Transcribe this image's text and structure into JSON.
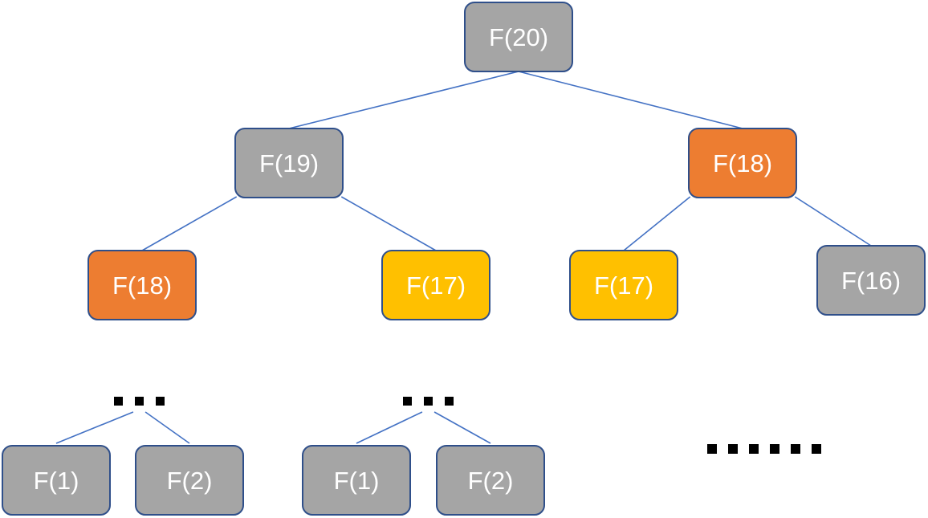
{
  "diagram": {
    "nodes": {
      "f20": {
        "label": "F(20)",
        "color": "#a5a5a5"
      },
      "f19": {
        "label": "F(19)",
        "color": "#a5a5a5"
      },
      "f18_right": {
        "label": "F(18)",
        "color": "#ed7d31"
      },
      "f18_left": {
        "label": "F(18)",
        "color": "#ed7d31"
      },
      "f17_left": {
        "label": "F(17)",
        "color": "#ffc000"
      },
      "f17_right": {
        "label": "F(17)",
        "color": "#ffc000"
      },
      "f16": {
        "label": "F(16)",
        "color": "#a5a5a5"
      },
      "f1_a": {
        "label": "F(1)",
        "color": "#a5a5a5"
      },
      "f2_a": {
        "label": "F(2)",
        "color": "#a5a5a5"
      },
      "f1_b": {
        "label": "F(1)",
        "color": "#a5a5a5"
      },
      "f2_b": {
        "label": "F(2)",
        "color": "#a5a5a5"
      }
    },
    "edges": [
      [
        "f20",
        "f19"
      ],
      [
        "f20",
        "f18_right"
      ],
      [
        "f19",
        "f18_left"
      ],
      [
        "f19",
        "f17_left"
      ],
      [
        "f18_right",
        "f17_right"
      ],
      [
        "f18_right",
        "f16"
      ],
      [
        "ellipsis_a",
        "f1_a"
      ],
      [
        "ellipsis_a",
        "f2_a"
      ],
      [
        "ellipsis_b",
        "f1_b"
      ],
      [
        "ellipsis_b",
        "f2_b"
      ]
    ],
    "colors": {
      "gray": "#a5a5a5",
      "orange": "#ed7d31",
      "yellow": "#ffc000",
      "edge": "#4472c4",
      "node_border": "#2f4f8a"
    }
  }
}
